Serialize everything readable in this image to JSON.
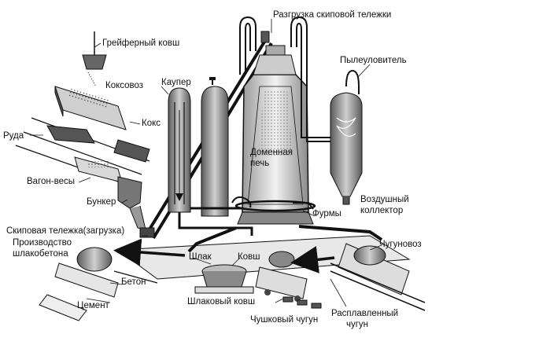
{
  "diagram": {
    "labels": {
      "skip_unload": "Разгрузка скиповой тележки",
      "grab_bucket": "Грейферный ковш",
      "coke_car": "Коксовоз",
      "coke": "Кокс",
      "ore": "Руда",
      "wagon_scale": "Вагон-весы",
      "bunker": "Бункер",
      "cowper": "Каупер",
      "dust_catcher": "Пылеуловитель",
      "blast_furnace_1": "Доменная",
      "blast_furnace_2": "печь",
      "air_collector_1": "Воздушный",
      "air_collector_2": "коллектор",
      "tuyeres": "Фурмы",
      "skip_load": "Скиповая тележка(загрузка)",
      "slag_concrete_1": "Производство",
      "slag_concrete_2": "шлакобетона",
      "slag": "Шлак",
      "ladle": "Ковш",
      "hot_metal_car": "Чугуновоз",
      "concrete": "Бетон",
      "cement": "Цемент",
      "slag_ladle": "Шлаковый ковш",
      "pig_iron": "Чушковый чугун",
      "molten_iron_1": "Расплавленный",
      "molten_iron_2": "чугун"
    },
    "colors": {
      "ink": "#111111",
      "metal_dark": "#6e6e6e",
      "metal_light": "#bdbdbd",
      "furnace_fill": "#d9d9d9"
    }
  }
}
